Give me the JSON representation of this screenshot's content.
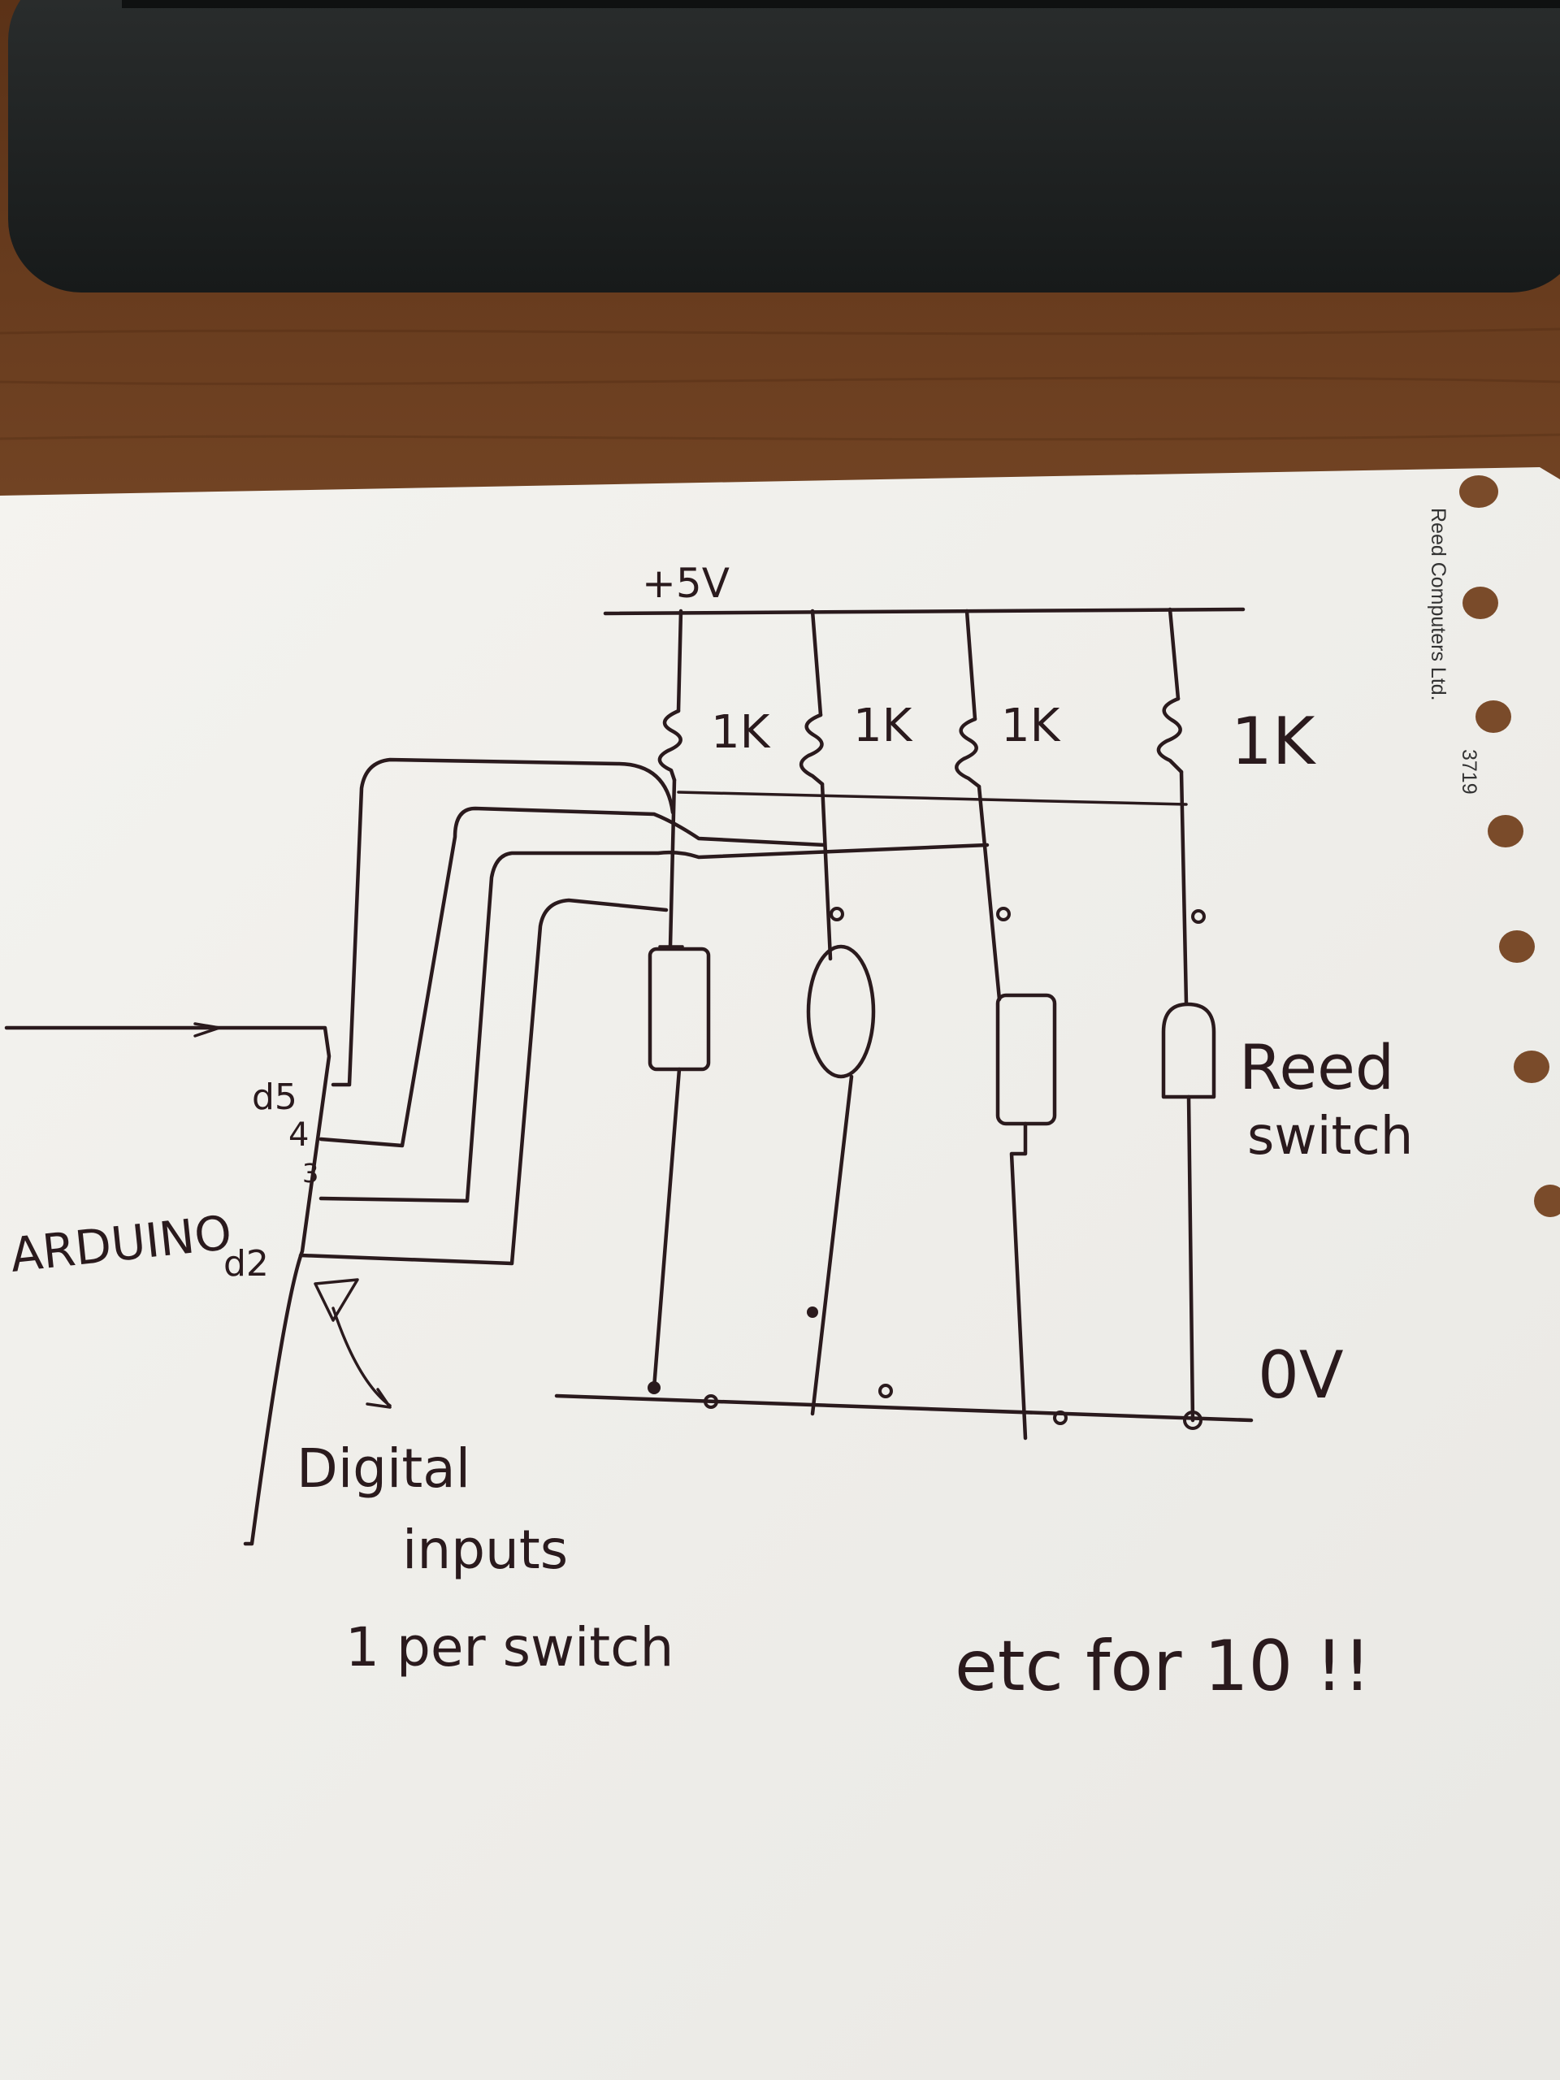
{
  "diagram": {
    "supply_label": "+5V",
    "ground_label": "0V",
    "resistors": [
      "1K",
      "1K",
      "1K",
      "1K"
    ],
    "switch_label_line1": "Reed",
    "switch_label_line2": "switch",
    "arduino_label": "ARDUINO",
    "pins": [
      "d5",
      "4",
      "3",
      "d2"
    ],
    "note_line1": "Digital",
    "note_line2": "inputs",
    "note_line3": "1 per switch",
    "etc_note": "etc for 10 !!"
  },
  "paper": {
    "imprint": "Reed Computers Ltd.",
    "imprint_number": "3719"
  },
  "colors": {
    "wood": "#7a4b2a",
    "paper": "#f1f0ec",
    "ink": "#2a1a1d",
    "keyboard": "#1f2222"
  }
}
